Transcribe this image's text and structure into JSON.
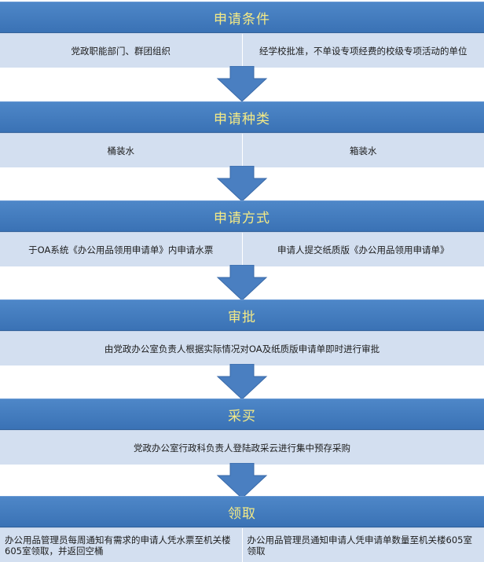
{
  "steps": [
    {
      "title": "申请条件",
      "cells": [
        "党政职能部门、群团组织",
        "经学校批准，不单设专项经费的校级专项活动的单位"
      ]
    },
    {
      "title": "申请种类",
      "cells": [
        "桶装水",
        "箱装水"
      ]
    },
    {
      "title": "申请方式",
      "cells": [
        "于OA系统《办公用品领用申请单》内申请水票",
        "申请人提交纸质版《办公用品领用申请单》"
      ]
    },
    {
      "title": "审批",
      "cells": [
        "由党政办公室负责人根据实际情况对OA及纸质版申请单即时进行审批"
      ]
    },
    {
      "title": "采买",
      "cells": [
        "党政办公室行政科负责人登陆政采云进行集中预存采购"
      ]
    },
    {
      "title": "领取",
      "cells": [
        "办公用品管理员每周通知有需求的申请人凭水票至机关楼605室领取，并返回空桶",
        "办公用品管理员通知申请人凭申请单数量至机关楼605室领取"
      ]
    }
  ],
  "colors": {
    "header_bg": "#3f78bb",
    "header_text": "#f4ea86",
    "row_bg": "#d3dff0",
    "arrow": "#4a7fc1"
  },
  "icons": {
    "connector": "down-arrow-icon"
  }
}
